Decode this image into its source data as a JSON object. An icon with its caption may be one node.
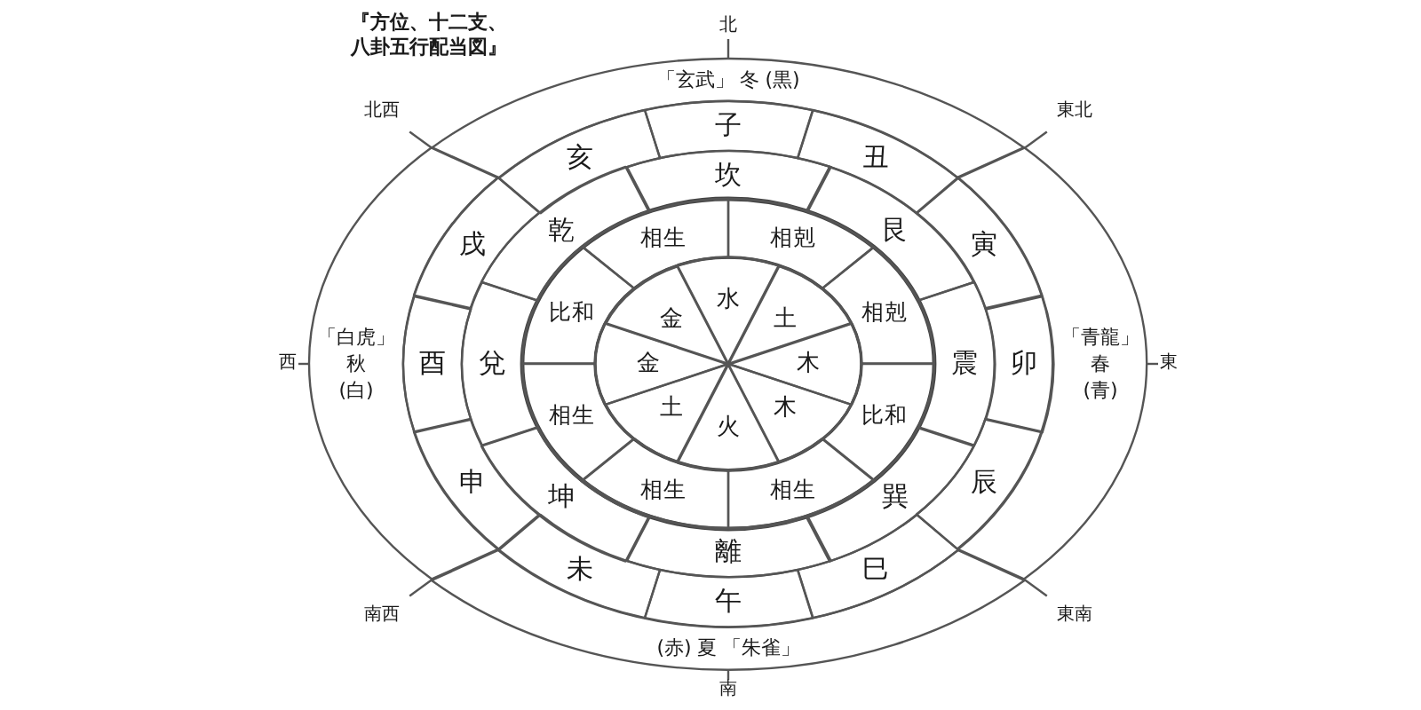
{
  "diagram": {
    "title": "『方位、十二支、八卦五行配当図』",
    "nodes": [
      {
        "text": [
          "「玄武」",
          "冬",
          "(黒)"
        ]
      },
      {
        "text": [
          "「青龍」",
          "春",
          "(青)"
        ]
      },
      {
        "text": [
          "(赤)",
          "夏",
          "「朱雀」"
        ]
      },
      {
        "text": [
          "「白虎」",
          "秋",
          "(白)"
        ]
      },
      {
        "text": [
          "子"
        ]
      },
      {
        "text": [
          "丑"
        ]
      },
      {
        "text": [
          "寅"
        ]
      },
      {
        "text": [
          "卯"
        ]
      },
      {
        "text": [
          "辰"
        ]
      },
      {
        "text": [
          "巳"
        ]
      },
      {
        "text": [
          "午"
        ]
      },
      {
        "text": [
          "未"
        ]
      },
      {
        "text": [
          "申"
        ]
      },
      {
        "text": [
          "酉"
        ]
      },
      {
        "text": [
          "戌"
        ]
      },
      {
        "text": [
          "亥"
        ]
      },
      {
        "text": [
          "坎"
        ]
      },
      {
        "text": [
          "艮"
        ]
      },
      {
        "text": [
          "震"
        ]
      },
      {
        "text": [
          "巽"
        ]
      },
      {
        "text": [
          "離"
        ]
      },
      {
        "text": [
          "坤"
        ]
      },
      {
        "text": [
          "兌"
        ]
      },
      {
        "text": [
          "乾"
        ]
      },
      {
        "text": [
          "相剋"
        ]
      },
      {
        "text": [
          "相剋"
        ]
      },
      {
        "text": [
          "比和"
        ]
      },
      {
        "text": [
          "相生"
        ]
      },
      {
        "text": [
          "相生"
        ]
      },
      {
        "text": [
          "相生"
        ]
      },
      {
        "text": [
          "比和"
        ]
      },
      {
        "text": [
          "相生"
        ]
      },
      {
        "text": [
          "水"
        ]
      },
      {
        "text": [
          "土"
        ]
      },
      {
        "text": [
          "木"
        ]
      },
      {
        "text": [
          "木"
        ]
      },
      {
        "text": [
          "火"
        ]
      },
      {
        "text": [
          "土"
        ]
      },
      {
        "text": [
          "金"
        ]
      },
      {
        "text": [
          "金"
        ]
      }
    ],
    "labels": [
      "北",
      "北西",
      "東北",
      "西",
      "東",
      "南西",
      "東南",
      "南"
    ]
  }
}
